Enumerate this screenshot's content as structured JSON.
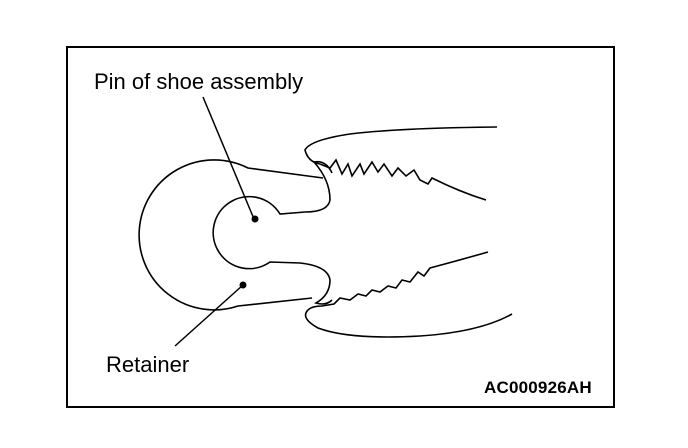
{
  "diagram": {
    "labels": {
      "pin": "Pin of shoe assembly",
      "retainer": "Retainer",
      "figure_code": "AC000926AH"
    },
    "colors": {
      "line": "#000000",
      "background": "#ffffff"
    }
  }
}
